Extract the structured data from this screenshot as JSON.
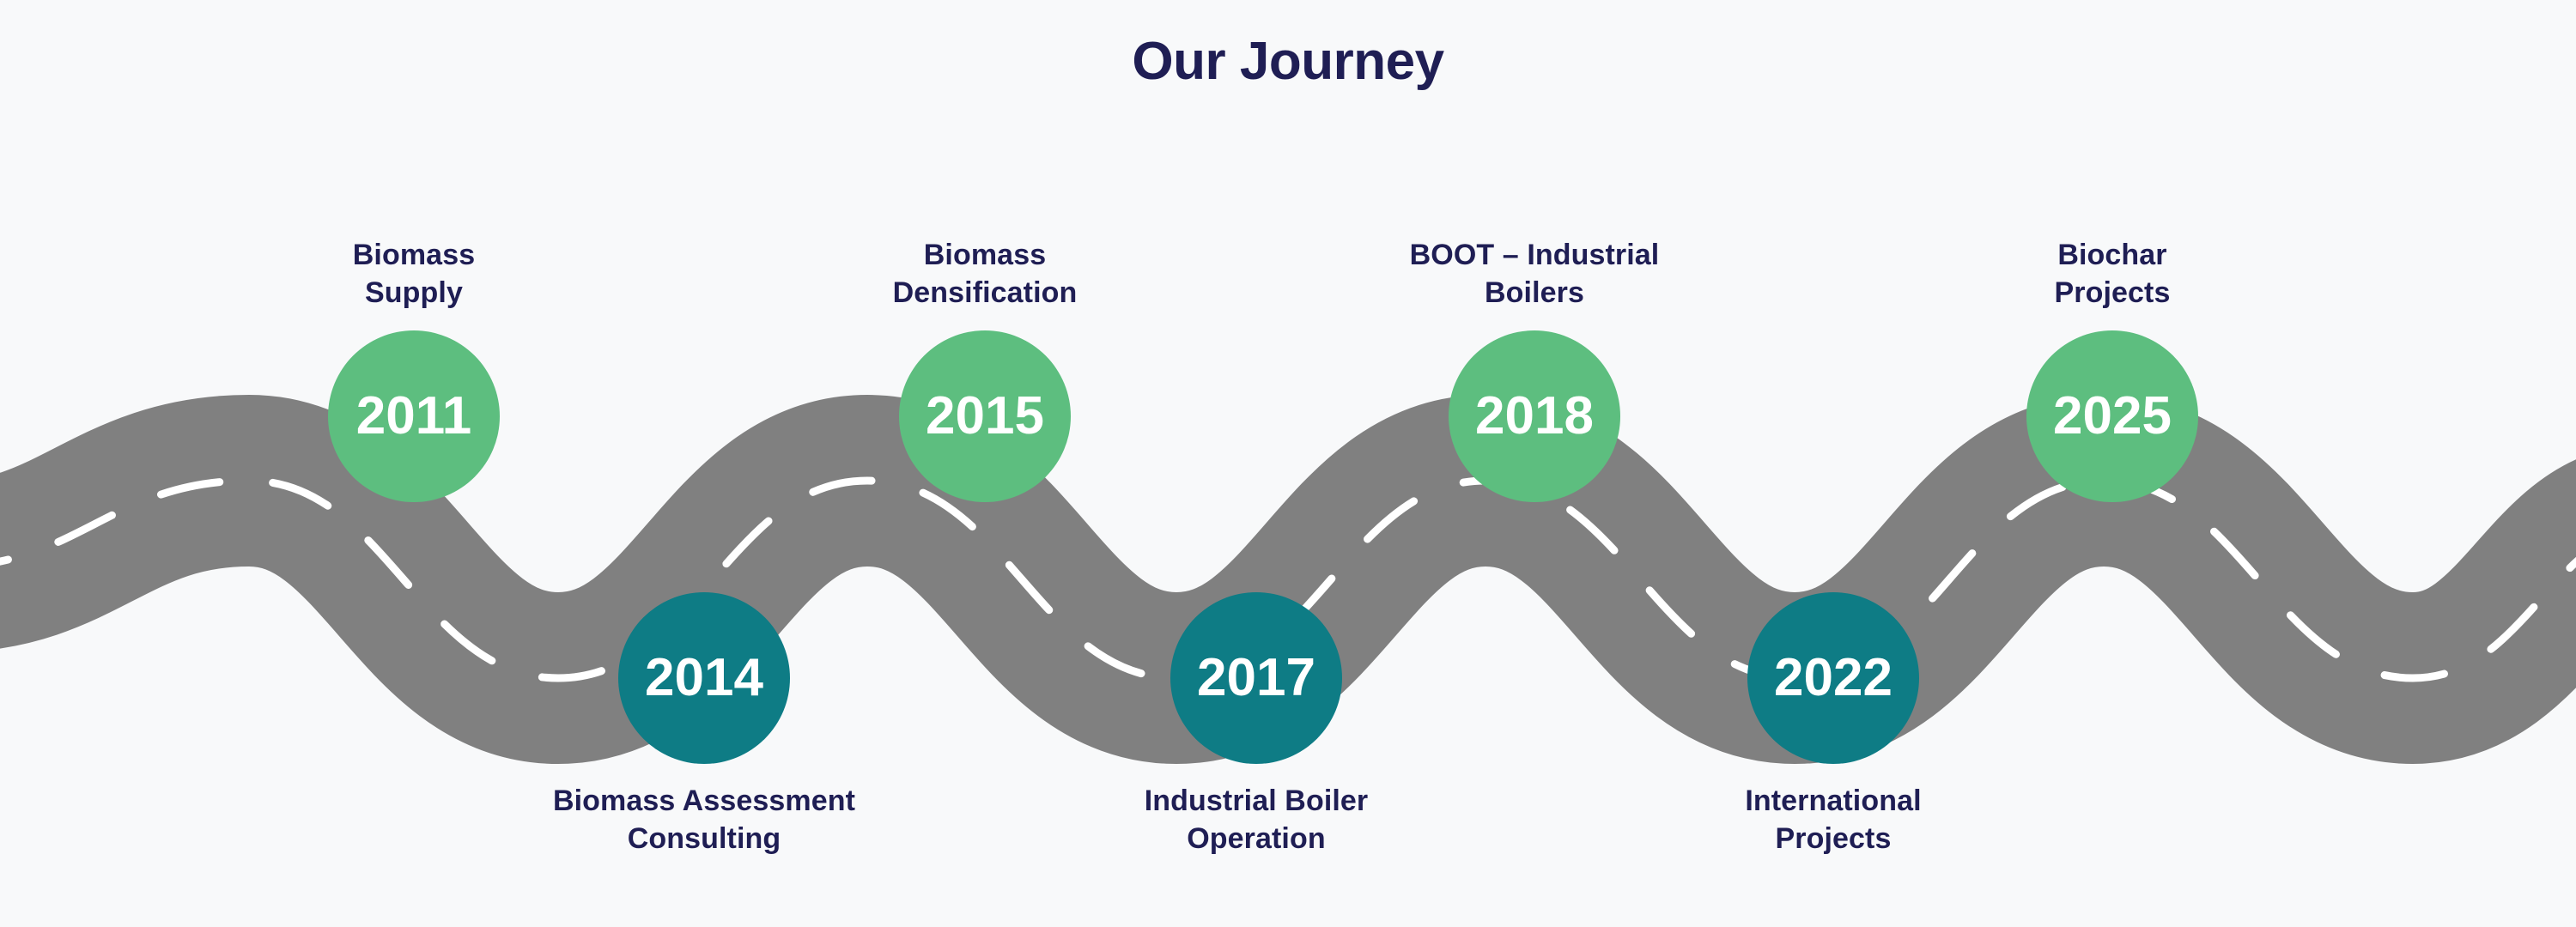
{
  "header": {
    "title": "Our Journey"
  },
  "colors": {
    "background": "#f8f9fa",
    "title_navy": "#1f1e54",
    "caption_navy": "#1f1e54",
    "circle_green": "#5dbe7f",
    "circle_teal": "#0e7c85",
    "road_gray": "#808080",
    "road_dash_white": "#ffffff"
  },
  "road": {
    "icon": "winding-road-icon",
    "dash_style": "dashed-center-line"
  },
  "timeline": {
    "milestones": [
      {
        "year": "2011",
        "caption": "Biomass\nSupply",
        "position": "above",
        "color": "#5dbe7f"
      },
      {
        "year": "2014",
        "caption": "Biomass Assessment\nConsulting",
        "position": "below",
        "color": "#0e7c85"
      },
      {
        "year": "2015",
        "caption": "Biomass\nDensification",
        "position": "above",
        "color": "#5dbe7f"
      },
      {
        "year": "2017",
        "caption": "Industrial Boiler\nOperation",
        "position": "below",
        "color": "#0e7c85"
      },
      {
        "year": "2018",
        "caption": "BOOT – Industrial\nBoilers",
        "position": "above",
        "color": "#5dbe7f"
      },
      {
        "year": "2022",
        "caption": "International\nProjects",
        "position": "below",
        "color": "#0e7c85"
      },
      {
        "year": "2025",
        "caption": "Biochar\nProjects",
        "position": "above",
        "color": "#5dbe7f"
      }
    ]
  }
}
